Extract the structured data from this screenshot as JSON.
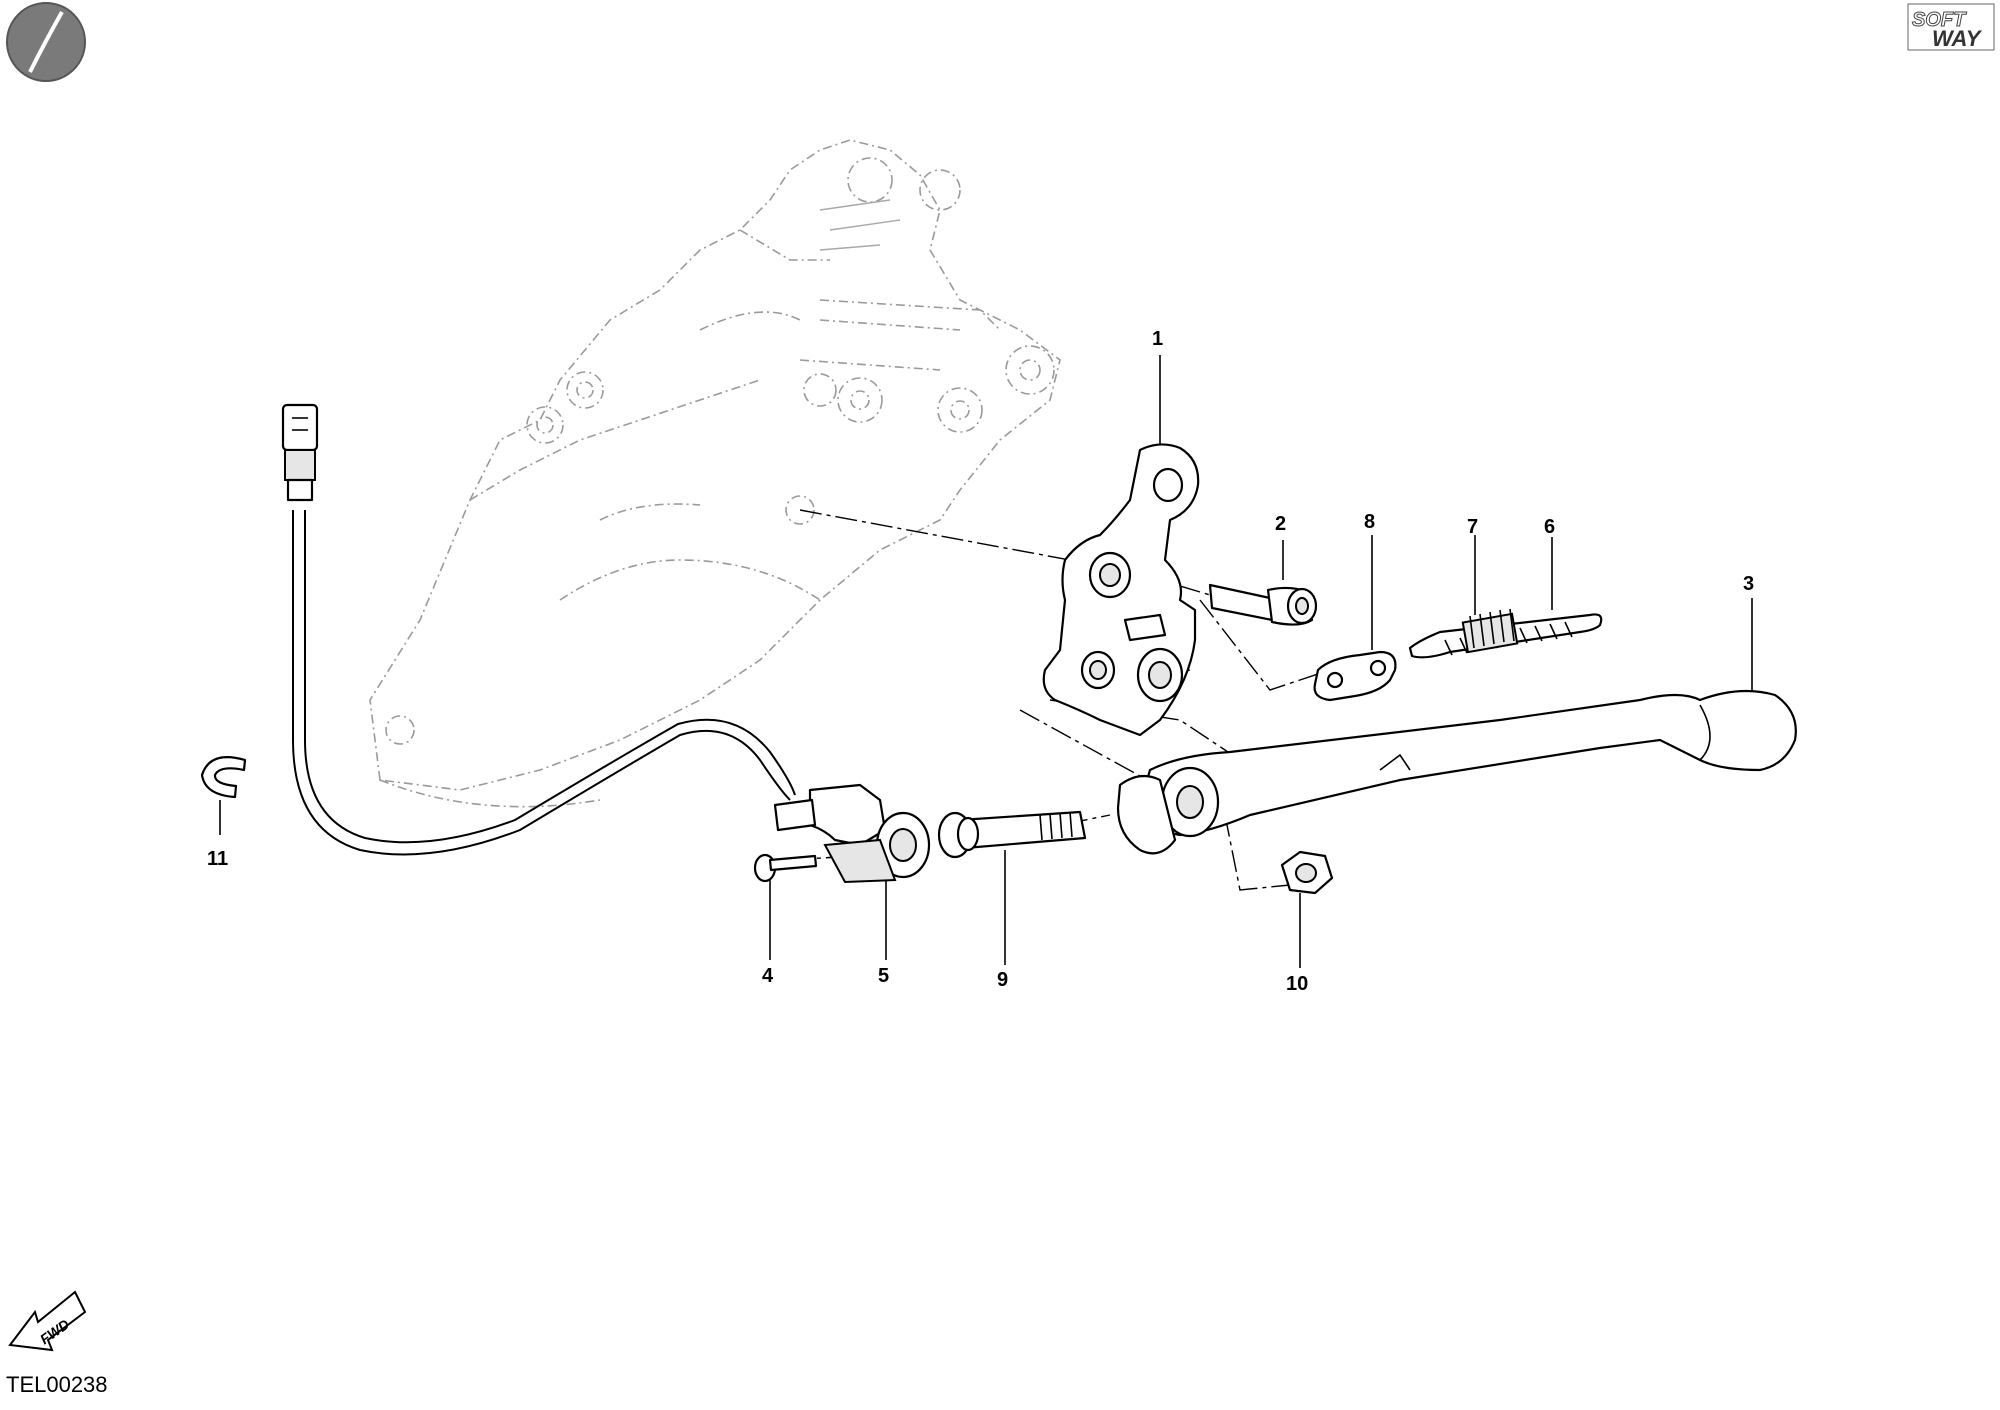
{
  "drawing_code": "TEL00238",
  "fwd_label": "FWD",
  "brand": {
    "line1": "SOFT",
    "line2": "WAY"
  },
  "callouts": [
    {
      "id": "1",
      "label": "1"
    },
    {
      "id": "2",
      "label": "2"
    },
    {
      "id": "3",
      "label": "3"
    },
    {
      "id": "4",
      "label": "4"
    },
    {
      "id": "5",
      "label": "5"
    },
    {
      "id": "6",
      "label": "6"
    },
    {
      "id": "7",
      "label": "7"
    },
    {
      "id": "8",
      "label": "8"
    },
    {
      "id": "9",
      "label": "9"
    },
    {
      "id": "10",
      "label": "10"
    },
    {
      "id": "11",
      "label": "11"
    }
  ]
}
